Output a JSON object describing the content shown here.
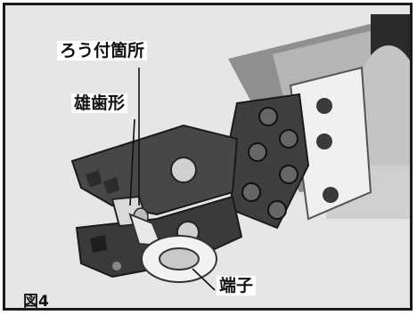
{
  "labels": {
    "brazing_point": "ろう付箇所",
    "male_die": "雄歯形",
    "terminal": "端子"
  },
  "figure_label": "図4",
  "colors": {
    "background": "#e6e6e6",
    "frame": "#1a1a1a",
    "tool_dark": "#3a3a3a",
    "tool_light": "#d9d9d9",
    "terminal": "#f2f2f2"
  }
}
